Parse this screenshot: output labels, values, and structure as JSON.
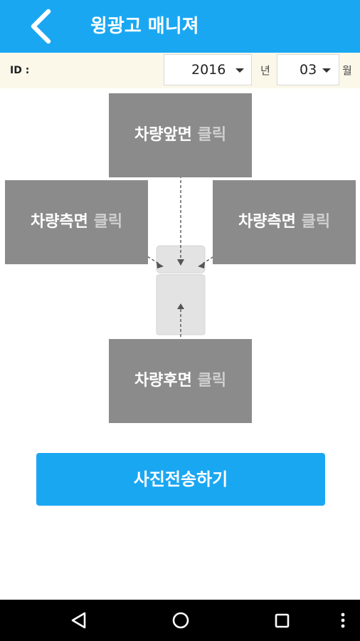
{
  "header": {
    "title": "윙광고 매니져",
    "back_icon": "chevron-left-icon"
  },
  "filter": {
    "id_label": "ID :",
    "year_value": "2016",
    "year_unit": "년",
    "month_value": "03",
    "month_unit": "월"
  },
  "photos": {
    "click_word": "클릭",
    "front": "차량앞면",
    "left": "차량측면",
    "right": "차량측면",
    "rear": "차량후면"
  },
  "send_button": {
    "label": "사진전송하기"
  },
  "system_nav": {
    "back_icon": "triangle-back-icon",
    "home_icon": "circle-home-icon",
    "recents_icon": "square-recents-icon",
    "menu_icon": "vertical-dots-icon"
  },
  "colors": {
    "accent": "#1aa7f2",
    "filter_bg": "#fbf8ea",
    "photo_box": "#8b8b8b",
    "click_text": "#cfcfcf"
  }
}
